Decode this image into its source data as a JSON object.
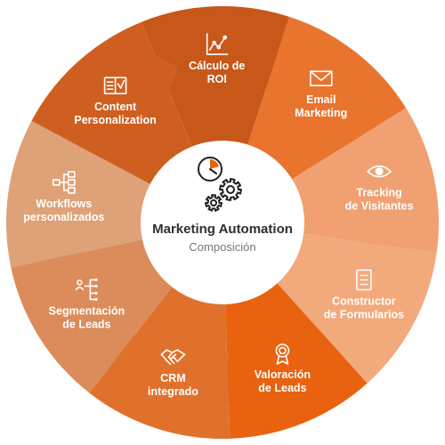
{
  "center": {
    "title": "Marketing Automation",
    "subtitle": "Composición"
  },
  "segments": [
    {
      "line1": "Cálculo de",
      "line2": "ROI",
      "icon": "line-chart-icon",
      "color": "#c8571a"
    },
    {
      "line1": "Email",
      "line2": "Marketing",
      "icon": "envelope-icon",
      "color": "#e8742e"
    },
    {
      "line1": "Tracking",
      "line2": "de Visitantes",
      "icon": "eye-icon",
      "color": "#f0a071"
    },
    {
      "line1": "Constructor",
      "line2": "de Formularios",
      "icon": "form-document-icon",
      "color": "#f2a97c"
    },
    {
      "line1": "Valoración",
      "line2": "de Leads",
      "icon": "award-medal-icon",
      "color": "#e8620f"
    },
    {
      "line1": "CRM",
      "line2": "integrado",
      "icon": "handshake-icon",
      "color": "#e0712c"
    },
    {
      "line1": "Segmentación",
      "line2": "de Leads",
      "icon": "segmentation-tree-icon",
      "color": "#dc8c5a"
    },
    {
      "line1": "Workflows",
      "line2": "personalizados",
      "icon": "workflow-icon",
      "color": "#dfa178"
    },
    {
      "line1": "Content",
      "line2": "Personalization",
      "icon": "content-book-icon",
      "color": "#cf5f21"
    }
  ],
  "colors": {
    "center_fill": "#ffffff",
    "center_icon": "#222222",
    "accent": "#e8620f"
  }
}
